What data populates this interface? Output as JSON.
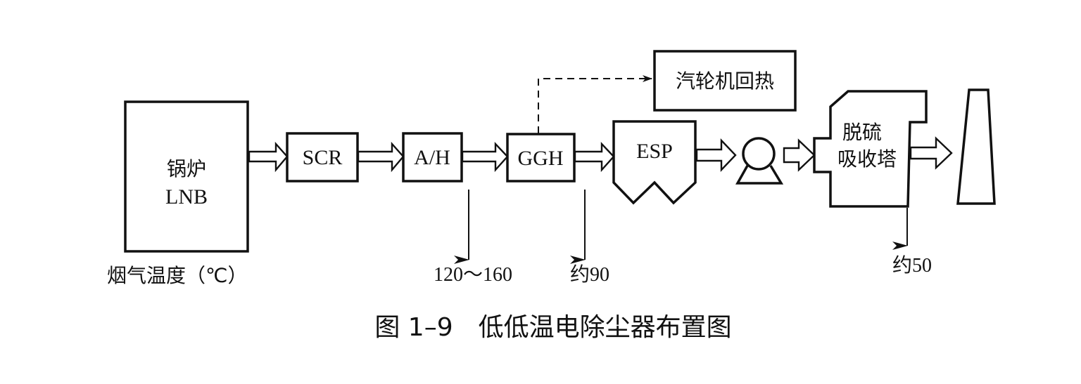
{
  "diagram": {
    "nodes": {
      "boiler": {
        "line1": "锅炉",
        "line2": "LNB"
      },
      "scr": {
        "label": "SCR"
      },
      "air_heater": {
        "label": "A/H"
      },
      "ggh": {
        "label": "GGH"
      },
      "esp": {
        "label": "ESP"
      },
      "turbine_reheat": {
        "label": "汽轮机回热"
      },
      "fan": {
        "icon": "fan-icon"
      },
      "fgd_absorber": {
        "line1": "脱硫",
        "line2": "吸收塔"
      },
      "stack": {
        "icon": "chimney-icon"
      }
    },
    "edges": [
      {
        "from": "boiler",
        "to": "scr",
        "style": "hollow-arrow"
      },
      {
        "from": "scr",
        "to": "air_heater",
        "style": "hollow-arrow"
      },
      {
        "from": "air_heater",
        "to": "ggh",
        "style": "hollow-arrow"
      },
      {
        "from": "ggh",
        "to": "esp",
        "style": "hollow-arrow"
      },
      {
        "from": "esp",
        "to": "fan",
        "style": "hollow-arrow"
      },
      {
        "from": "fan",
        "to": "fgd_absorber",
        "style": "hollow-arrow"
      },
      {
        "from": "fgd_absorber",
        "to": "stack",
        "style": "hollow-arrow"
      },
      {
        "from": "ggh",
        "to": "turbine_reheat",
        "style": "dashed-arrow"
      }
    ],
    "temperature_axis_label": "烟气温度（℃）",
    "temperatures": [
      {
        "at": "air_heater-outlet",
        "value": "120～160"
      },
      {
        "at": "ggh-outlet",
        "value": "约90"
      },
      {
        "at": "fgd_absorber-outlet",
        "value": "约50"
      }
    ],
    "caption": "图 1–9　低低温电除尘器布置图"
  },
  "colors": {
    "ink": "#111111",
    "background": "#ffffff"
  }
}
